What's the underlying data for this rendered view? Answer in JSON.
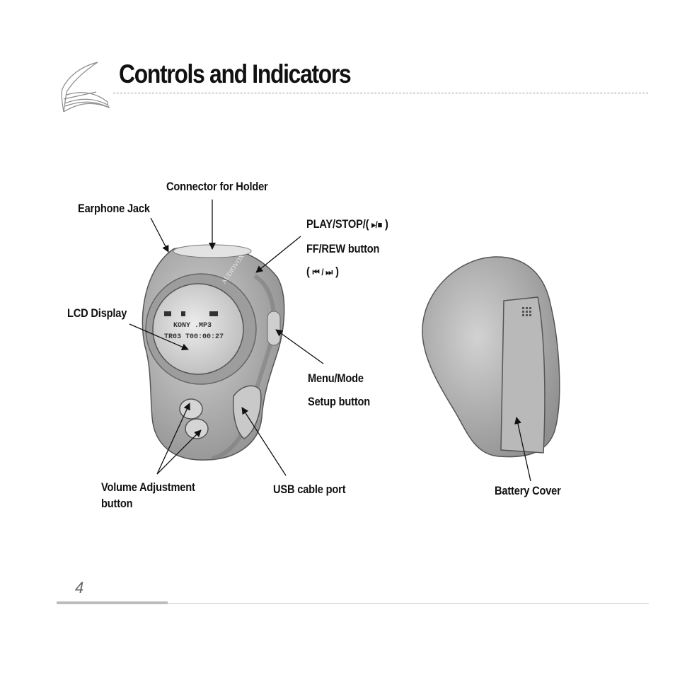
{
  "page": {
    "title": "Controls and Indicators",
    "page_number": "4"
  },
  "labels": {
    "connector_for_holder": "Connector for Holder",
    "earphone_jack": "Earphone Jack",
    "play_stop": "PLAY/STOP/(",
    "play_stop_close": ")",
    "ff_rew": "FF/REW button",
    "ff_rew_open": "(",
    "ff_rew_close": ")",
    "lcd_display": "LCD Display",
    "menu_mode": "Menu/Mode",
    "setup_button": "Setup button",
    "volume_adjustment": "Volume Adjustment",
    "volume_button": "button",
    "usb_cable_port": "USB cable port",
    "battery_cover": "Battery Cover"
  },
  "icons": {
    "logo": "page-corner-logo-icon",
    "play_stop": "play-stop-icon",
    "skip": "prev-next-icon"
  },
  "colors": {
    "text": "#111111",
    "rule": "#9a9a9a",
    "device_body": "#b3b3b3",
    "device_dark": "#6e6e6e",
    "screen": "#d9d9d9"
  }
}
